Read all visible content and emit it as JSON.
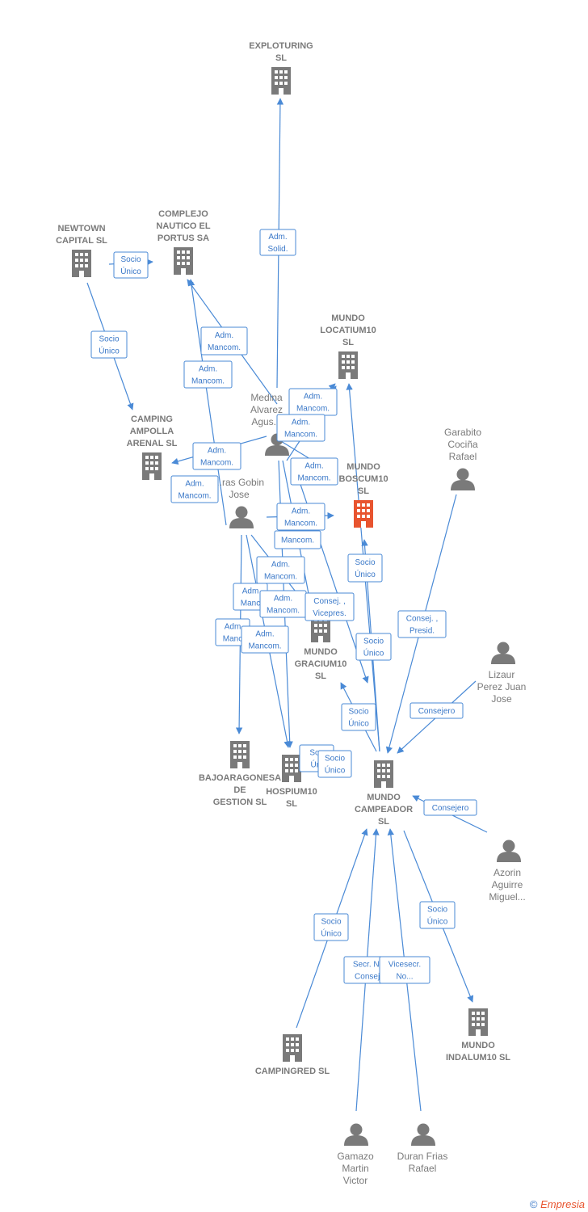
{
  "colors": {
    "company": "#7a7a7a",
    "highlight": "#e8542f",
    "edge": "#4a8ad6",
    "person": "#7a7a7a"
  },
  "companies": [
    {
      "id": "exploturing",
      "lines": [
        "EXPLOTURING",
        "SL"
      ],
      "highlight": false
    },
    {
      "id": "newtown",
      "lines": [
        "NEWTOWN",
        "CAPITAL  SL"
      ],
      "highlight": false
    },
    {
      "id": "complejo",
      "lines": [
        "COMPLEJO",
        "NAUTICO EL",
        "PORTUS SA"
      ],
      "highlight": false
    },
    {
      "id": "locatium",
      "lines": [
        "MUNDO",
        "LOCATIUM10",
        "SL"
      ],
      "highlight": false
    },
    {
      "id": "camping",
      "lines": [
        "CAMPING",
        "AMPOLLA",
        "ARENAL SL"
      ],
      "highlight": false
    },
    {
      "id": "boscum",
      "lines": [
        "MUNDO",
        "BOSCUM10",
        "SL"
      ],
      "highlight": true
    },
    {
      "id": "gracium",
      "lines": [
        "MUNDO",
        "GRACIUM10",
        "SL"
      ],
      "highlight": false
    },
    {
      "id": "bajo",
      "lines": [
        "BAJOARAGONESA",
        "DE",
        "GESTION  SL"
      ],
      "highlight": false
    },
    {
      "id": "hospium",
      "lines": [
        "HOSPIUM10",
        "SL"
      ],
      "highlight": false
    },
    {
      "id": "campeador",
      "lines": [
        "MUNDO",
        "CAMPEADOR",
        "SL"
      ],
      "highlight": false
    },
    {
      "id": "campingred",
      "lines": [
        "CAMPINGRED SL"
      ],
      "highlight": false
    },
    {
      "id": "indalum",
      "lines": [
        "MUNDO",
        "INDALUM10  SL"
      ],
      "highlight": false
    }
  ],
  "persons": [
    {
      "id": "medina",
      "lines": [
        "Medina",
        "Alvarez",
        "Agus..."
      ]
    },
    {
      "id": "gobin",
      "lines": [
        "...ras Gobin",
        "Jose"
      ]
    },
    {
      "id": "garabito",
      "lines": [
        "Garabito",
        "Cociña",
        "Rafael"
      ]
    },
    {
      "id": "lizaur",
      "lines": [
        "Lizaur",
        "Perez Juan",
        "Jose"
      ]
    },
    {
      "id": "azorin",
      "lines": [
        "Azorin",
        "Aguirre",
        "Miguel..."
      ]
    },
    {
      "id": "gamazo",
      "lines": [
        "Gamazo",
        "Martin",
        "Victor"
      ]
    },
    {
      "id": "duran",
      "lines": [
        "Duran Frias",
        "Rafael"
      ]
    }
  ],
  "relations": [
    {
      "lines": [
        "Adm.",
        "Solid."
      ]
    },
    {
      "lines": [
        "Socio",
        "Único"
      ]
    },
    {
      "lines": [
        "Socio",
        "Único"
      ]
    },
    {
      "lines": [
        "Adm.",
        "Mancom."
      ]
    },
    {
      "lines": [
        "Adm.",
        "Mancom."
      ]
    },
    {
      "lines": [
        "Adm.",
        "Mancom."
      ]
    },
    {
      "lines": [
        "Adm.",
        "Mancom."
      ]
    },
    {
      "lines": [
        "Adm.",
        "Mancom."
      ]
    },
    {
      "lines": [
        "Adm.",
        "Mancom."
      ]
    },
    {
      "lines": [
        "Adm.",
        "Mancom."
      ]
    },
    {
      "lines": [
        "Adm.",
        "Mancom."
      ]
    },
    {
      "lines": [
        "Mancom."
      ]
    },
    {
      "lines": [
        "Socio",
        "Único"
      ]
    },
    {
      "lines": [
        "Adm.",
        "Mancom."
      ]
    },
    {
      "lines": [
        "Adm",
        "Manc"
      ]
    },
    {
      "lines": [
        "Adm.",
        "Mancom."
      ]
    },
    {
      "lines": [
        "Consej. ,",
        "Vicepres."
      ]
    },
    {
      "lines": [
        "Adm",
        "Manc"
      ]
    },
    {
      "lines": [
        "Adm.",
        "Mancom."
      ]
    },
    {
      "lines": [
        "Consej. ,",
        "Presid."
      ]
    },
    {
      "lines": [
        "Socio",
        "Único"
      ]
    },
    {
      "lines": [
        "Consejero"
      ]
    },
    {
      "lines": [
        "Socio",
        "Único"
      ]
    },
    {
      "lines": [
        "Soc",
        "Úni"
      ]
    },
    {
      "lines": [
        "Socio",
        "Único"
      ]
    },
    {
      "lines": [
        "Consejero"
      ]
    },
    {
      "lines": [
        "Socio",
        "Único"
      ]
    },
    {
      "lines": [
        "Socio",
        "Único"
      ]
    },
    {
      "lines": [
        "Secr.  No",
        "Consej."
      ]
    },
    {
      "lines": [
        "Vicesecr.",
        "No..."
      ]
    }
  ],
  "footer": {
    "copyright": "©",
    "brand": "Empresia"
  }
}
